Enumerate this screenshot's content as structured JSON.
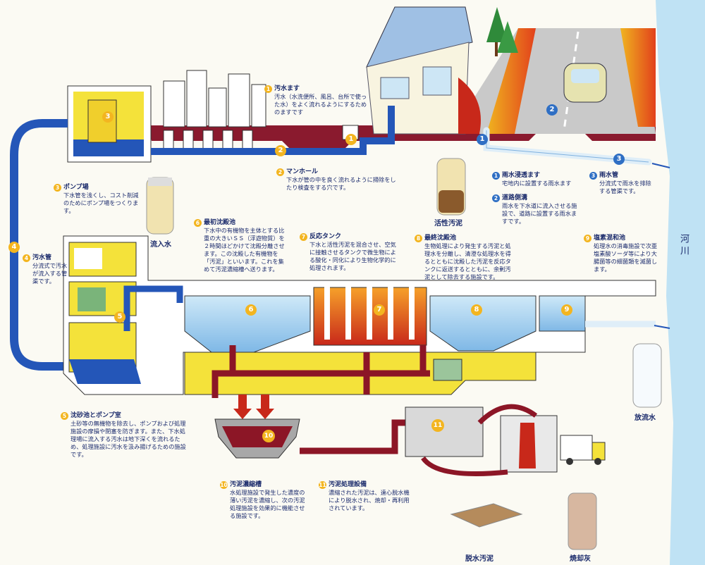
{
  "labels": {
    "sewer_inlet": {
      "num": "1",
      "title": "汚水ます",
      "desc": "汚水（水洗便所、風呂、台所で使った水）をよく流れるようにするためのますです"
    },
    "manhole": {
      "num": "2",
      "title": "マンホール",
      "desc": "下水が管の中を良く流れるように掃除をしたり検査をする穴です。"
    },
    "pump_station": {
      "num": "3",
      "title": "ポンプ場",
      "desc": "下水管を浅くし、コスト削減のためにポンプ場をつくります。"
    },
    "sewer_pipe": {
      "num": "4",
      "title": "汚水管",
      "desc": "分流式で汚水が流入する管渠です。"
    },
    "grit_pump": {
      "num": "5",
      "title": "沈砂池とポンプ室",
      "desc": "土砂等の無機物を除去し、ポンプおよび処理施設の摩損や閉塞を防ぎます。また、下水処理場に流入する汚水は地下深くを流れるため、処理施設に汚水を汲み揚げるための施設です。"
    },
    "primary_settling": {
      "num": "6",
      "title": "最初沈殿池",
      "desc": "下水中の有機物を主体とする比重の大きいＳＳ（浮遊物質）を２時間ほどかけて沈殿分離させます。この沈殿した有機物を「汚泥」といいます。これを集めて汚泥濃縮槽へ送ります。"
    },
    "reaction_tank": {
      "num": "7",
      "title": "反応タンク",
      "desc": "下水と活性汚泥を混合させ、空気に接触させるタンクで微生物による酸化・同化により生物化学的に処理されます。"
    },
    "final_settling": {
      "num": "8",
      "title": "最終沈殿池",
      "desc": "生物処理により発生する汚泥と処理水を分離し、清澄な処理水を得るとともに沈殿した汚泥を反応タンクに返送するとともに、余剰汚泥として除去する施設です。"
    },
    "chlorination": {
      "num": "9",
      "title": "塩素混和池",
      "desc": "処理水の消毒施設で次亜塩素酸ソーダ等により大腸菌等の細菌類を滅菌します。"
    },
    "thickener": {
      "num": "10",
      "title": "汚泥濃縮槽",
      "desc": "水処理施設で発生した濃度の薄い汚泥を濃縮し、次の汚泥処理施設を効果的に機能させる施設です。"
    },
    "sludge_treatment": {
      "num": "11",
      "title": "汚泥処理設備",
      "desc": "濃縮された汚泥は、遠心脱水機により脱水され、焼却・再利用されています。"
    },
    "rain_infiltration": {
      "num": "1",
      "title": "雨水浸透ます",
      "desc": "宅地内に設置する雨水ます"
    },
    "road_gutter": {
      "num": "2",
      "title": "道路側溝",
      "desc": "雨水を下水道に流入させる施設で、道路に設置する雨水ますです。"
    },
    "storm_pipe": {
      "num": "3",
      "title": "雨水管",
      "desc": "分流式で雨水を排除する管渠です。"
    }
  },
  "captions": {
    "influent": "流入水",
    "activated_sludge": "活性汚泥",
    "effluent": "放流水",
    "dewatered_sludge": "脱水汚泥",
    "ash": "焼却灰",
    "river": "河川"
  },
  "markers": {
    "m1": "1",
    "m2": "2",
    "m3": "3",
    "m4": "4",
    "m5": "5",
    "m6": "6",
    "m7": "7",
    "m8": "8",
    "m9": "9",
    "m10": "10",
    "m11": "11",
    "r1": "1",
    "r2": "2",
    "r3": "3"
  },
  "colors": {
    "sewage_pipe": "#2456b8",
    "treated_water": "#8fc6ec",
    "sludge_pipe": "#8c1626",
    "ground": "#8a1a2e",
    "building": "#f4e23a",
    "reaction": "#d93a1c",
    "river": "#bfe2f4"
  }
}
